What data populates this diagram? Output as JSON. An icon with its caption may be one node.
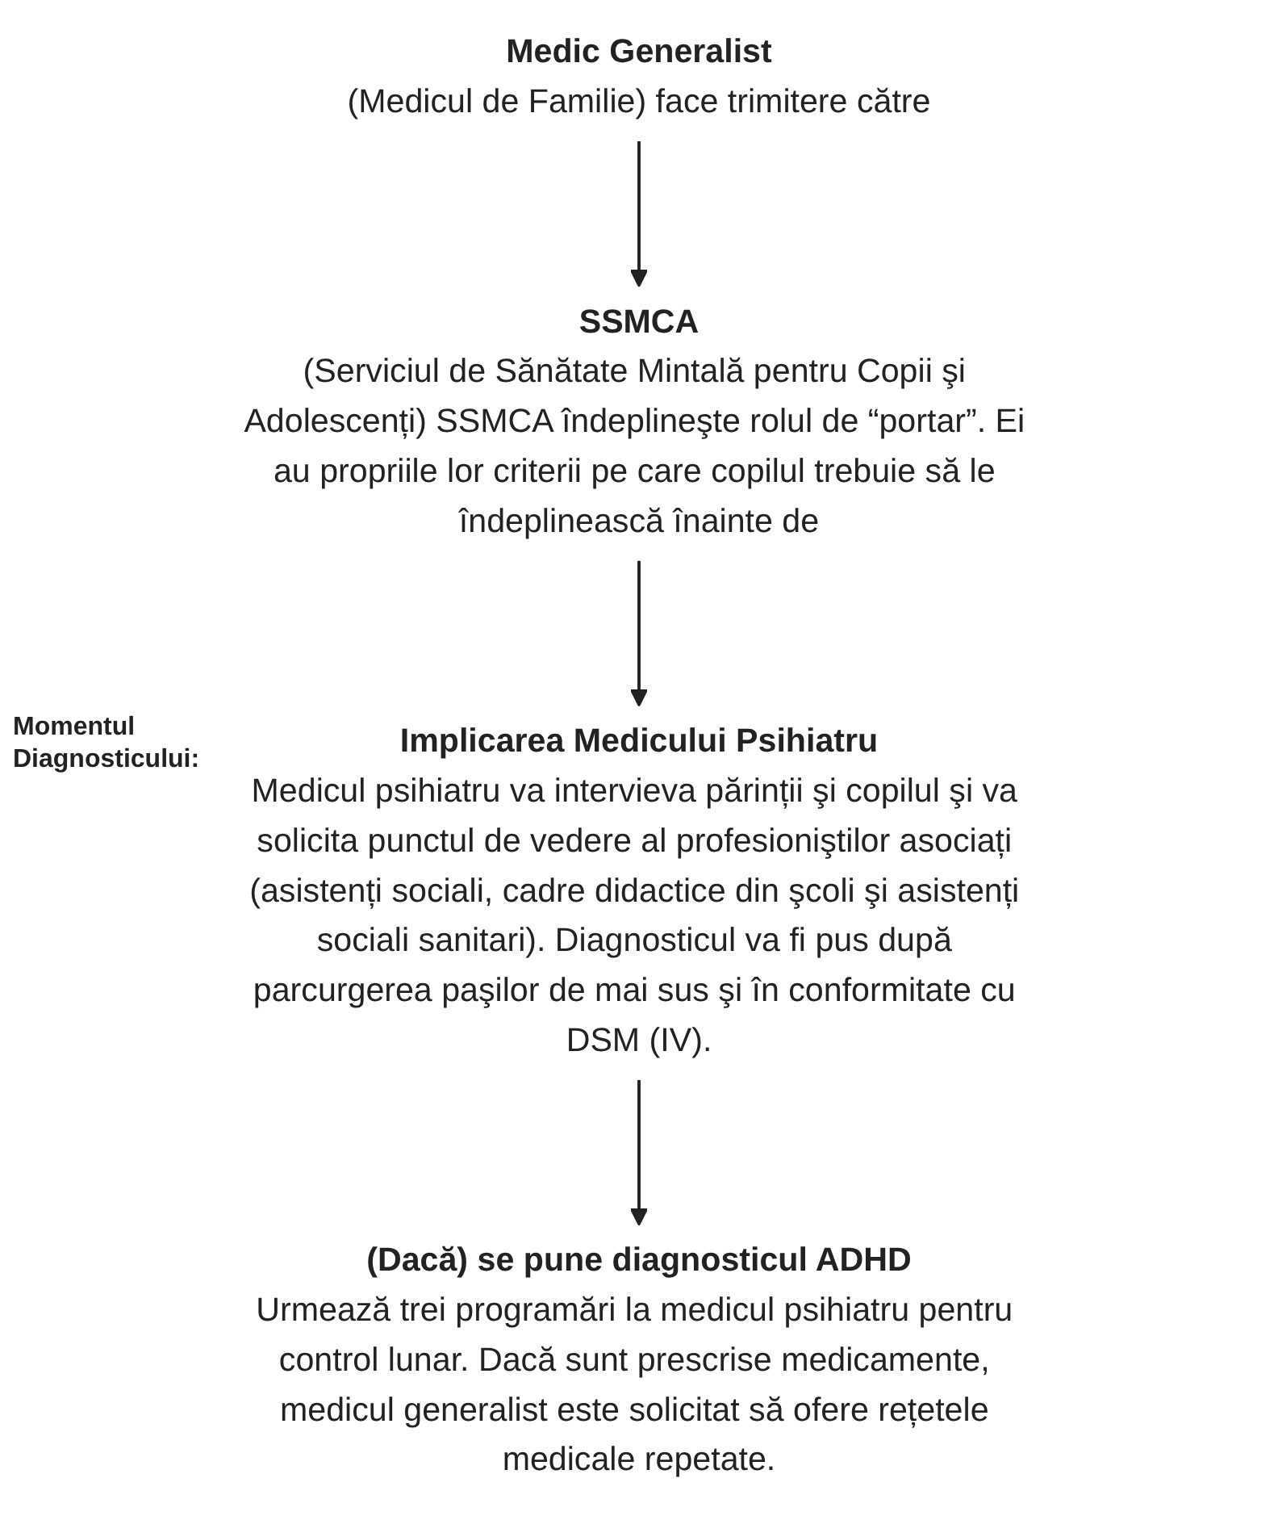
{
  "diagram": {
    "nodes": [
      {
        "text": [
          "Medic Generalist",
          "(Medicul de Familie) face trimitere către"
        ]
      },
      {
        "text": [
          "SSMCA",
          "(Serviciul de Sănătate Mintală pentru Copii şi Adolescenți) SSMCA îndeplineşte rolul de “portar”. Ei au propriile lor criterii pe care copilul trebuie să le îndeplinească înainte de"
        ]
      },
      {
        "text": [
          "Implicarea Medicului Psihiatru",
          "Medicul psihiatru va intervieva părinții şi copilul şi va solicita punctul de vedere al profesioniştilor asociați (asistenți sociali, cadre didactice din şcoli şi asistenți sociali sanitari). Diagnosticul va fi pus după parcurgerea paşilor de mai sus şi în conformitate cu DSM (IV)."
        ],
        "beside": [
          "Momentul Diagnosticului:"
        ]
      },
      {
        "text": [
          "(Dacă) se pune diagnosticul ADHD",
          "Urmează trei programări la medicul psihiatru pentru control lunar. Dacă sunt prescrise medicamente, medicul generalist este solicitat să ofere rețetele medicale repetate."
        ]
      }
    ],
    "edges": [
      {
        "from": 0,
        "to": 1,
        "arrow": "to"
      },
      {
        "from": 1,
        "to": 2,
        "arrow": "to"
      },
      {
        "from": 2,
        "to": 3,
        "arrow": "to"
      }
    ]
  }
}
